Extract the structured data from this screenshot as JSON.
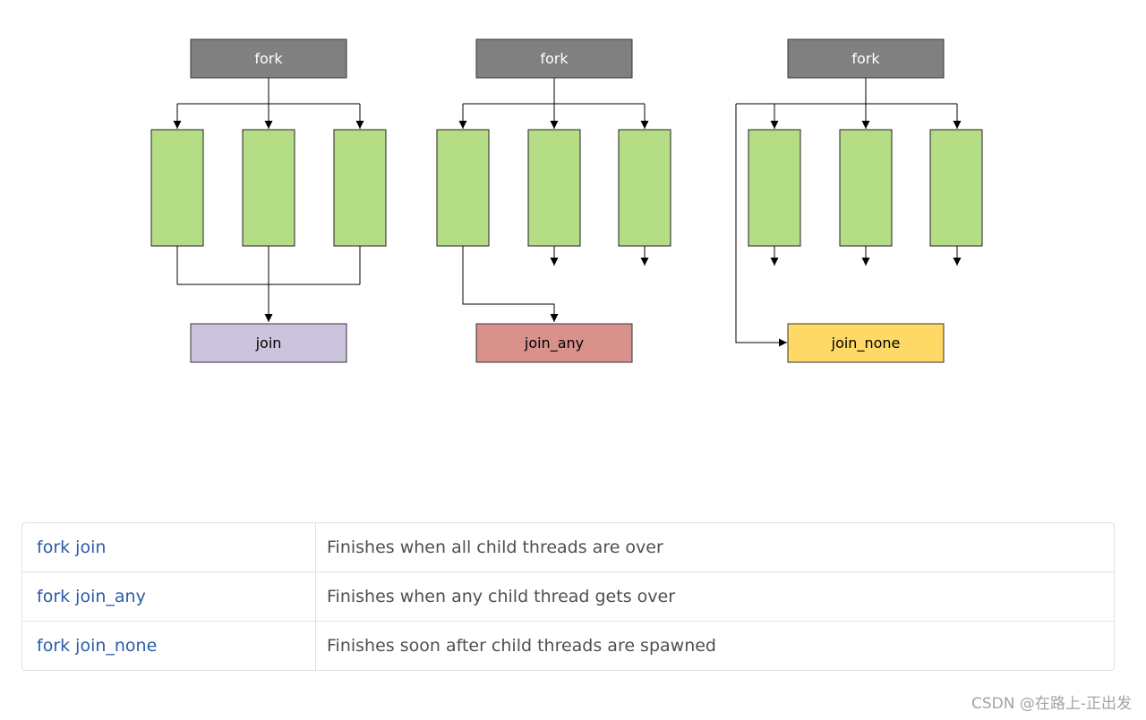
{
  "diagrams": [
    {
      "fork_label": "fork",
      "join_label": "join",
      "join_color": "#ccc3dc",
      "variant": "join"
    },
    {
      "fork_label": "fork",
      "join_label": "join_any",
      "join_color": "#d9918c",
      "variant": "join_any"
    },
    {
      "fork_label": "fork",
      "join_label": "join_none",
      "join_color": "#ffd966",
      "variant": "join_none"
    }
  ],
  "colors": {
    "fork_box": "#808080",
    "fork_text": "#ffffff",
    "thread_box": "#b5dd86",
    "line": "#000000"
  },
  "table": {
    "rows": [
      {
        "name": "fork join",
        "description": "Finishes when all child threads are over"
      },
      {
        "name": "fork join_any",
        "description": "Finishes when any child thread gets over"
      },
      {
        "name": "fork join_none",
        "description": "Finishes soon after child threads are spawned"
      }
    ]
  },
  "watermark": "CSDN @在路上-正出发"
}
